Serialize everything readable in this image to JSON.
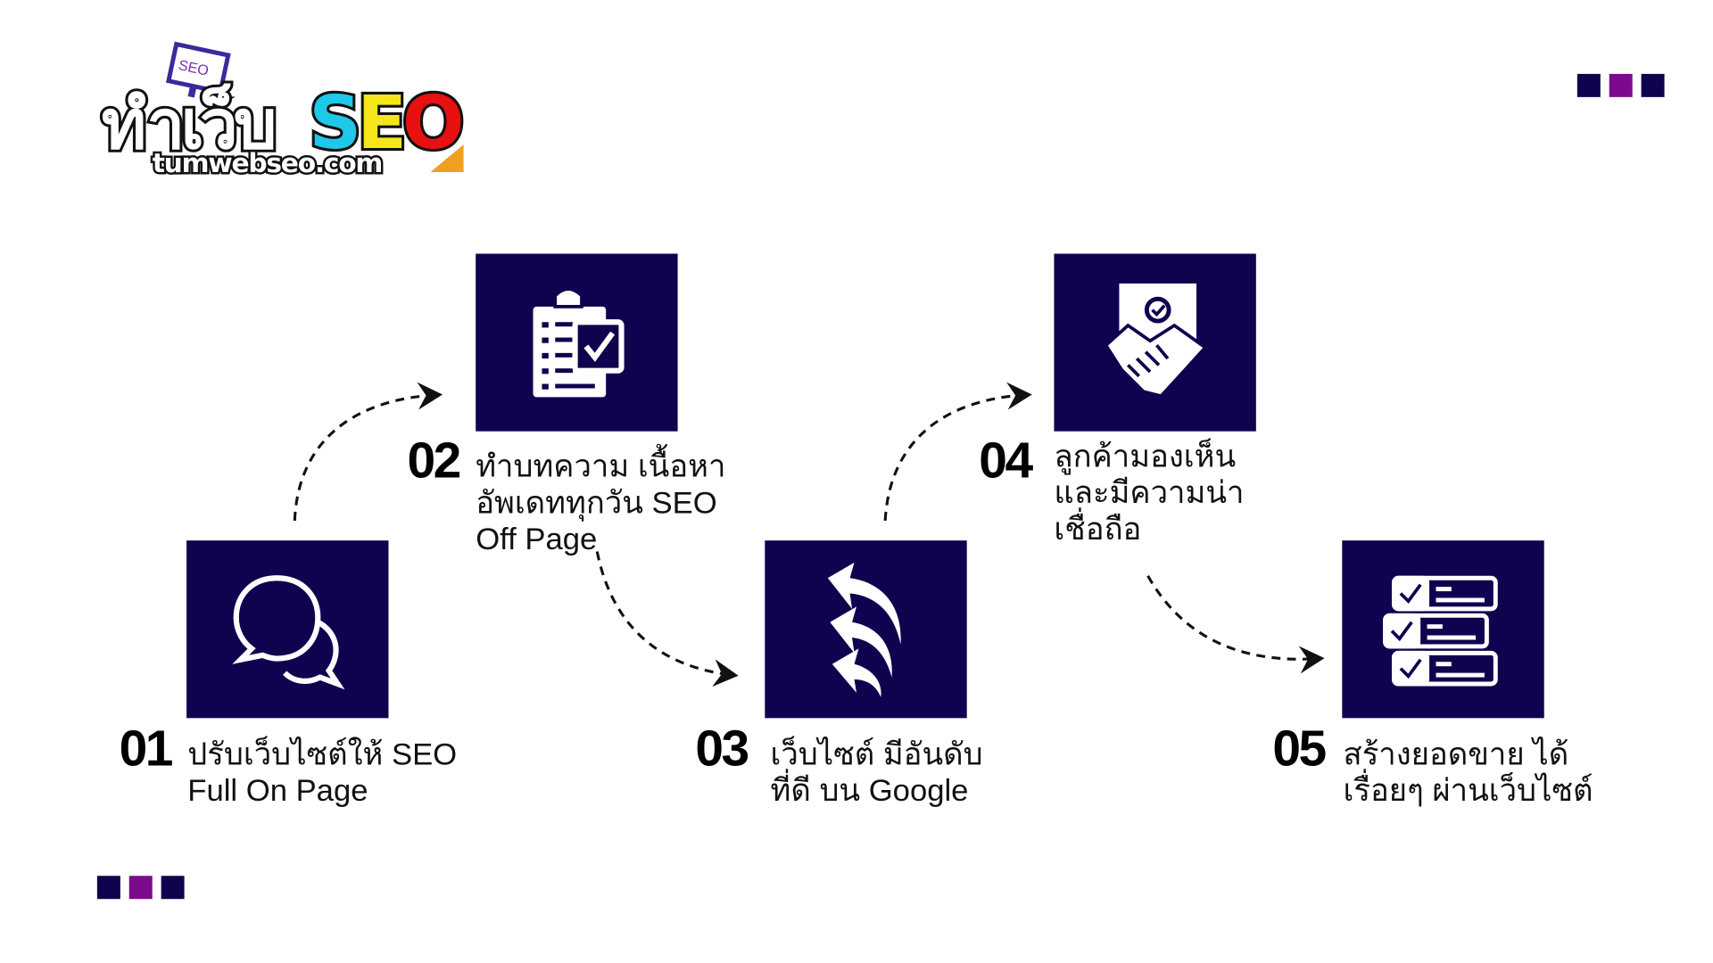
{
  "logo": {
    "thai_text": "ทำเว็บSEO",
    "domain": "tumwebseo.com",
    "screen_text": "SEO"
  },
  "colors": {
    "navy": "#10024f",
    "purple": "#7b0b8c"
  },
  "steps": [
    {
      "number": "01",
      "lines": [
        "ปรับเว็บไซต์ให้ SEO",
        "Full On Page"
      ],
      "icon": "chat-bubbles-icon"
    },
    {
      "number": "02",
      "lines": [
        "ทำบทความ เนื้อหา",
        "อัพเดททุกวัน SEO",
        "Off Page"
      ],
      "icon": "clipboard-checklist-icon"
    },
    {
      "number": "03",
      "lines": [
        "เว็บไซต์ มีอันดับ",
        "ที่ดี บน Google"
      ],
      "icon": "curved-arrows-icon"
    },
    {
      "number": "04",
      "lines": [
        "ลูกค้ามองเห็น",
        "และมีความน่า",
        "เชื่อถือ"
      ],
      "icon": "handshake-icon"
    },
    {
      "number": "05",
      "lines": [
        "สร้างยอดขาย ได้",
        "เรื่อยๆ ผ่านเว็บไซต์"
      ],
      "icon": "checklist-icon"
    }
  ]
}
